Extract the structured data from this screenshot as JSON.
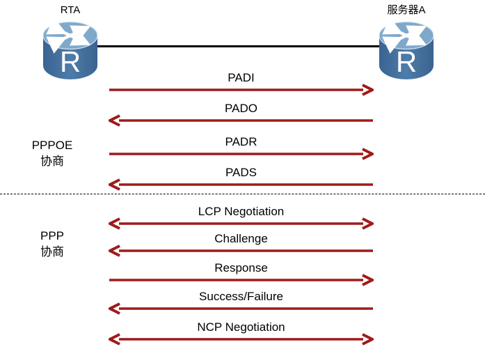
{
  "diagram": {
    "title_implicit": "PPPoE / PPP negotiation sequence",
    "nodes": {
      "left": {
        "label": "RTA"
      },
      "right": {
        "label": "服务器A"
      }
    },
    "sections": [
      {
        "line1": "PPPOE",
        "line2": "协商"
      },
      {
        "line1": "PPP",
        "line2": "协商"
      }
    ],
    "messages": [
      {
        "label": "PADI",
        "direction": "right",
        "phase": "PPPOE"
      },
      {
        "label": "PADO",
        "direction": "left",
        "phase": "PPPOE"
      },
      {
        "label": "PADR",
        "direction": "right",
        "phase": "PPPOE"
      },
      {
        "label": "PADS",
        "direction": "left",
        "phase": "PPPOE"
      },
      {
        "label": "LCP Negotiation",
        "direction": "both",
        "phase": "PPP"
      },
      {
        "label": "Challenge",
        "direction": "left",
        "phase": "PPP"
      },
      {
        "label": "Response",
        "direction": "right",
        "phase": "PPP"
      },
      {
        "label": "Success/Failure",
        "direction": "left",
        "phase": "PPP"
      },
      {
        "label": "NCP Negotiation",
        "direction": "both",
        "phase": "PPP"
      }
    ],
    "colors": {
      "arrow": "#9E1B1B",
      "link": "#000000",
      "router_body": "#44729F",
      "router_body_dark": "#3A6390",
      "router_top": "#7FA9CB",
      "router_glyph": "#FFFFFF",
      "text": "#000000"
    }
  }
}
